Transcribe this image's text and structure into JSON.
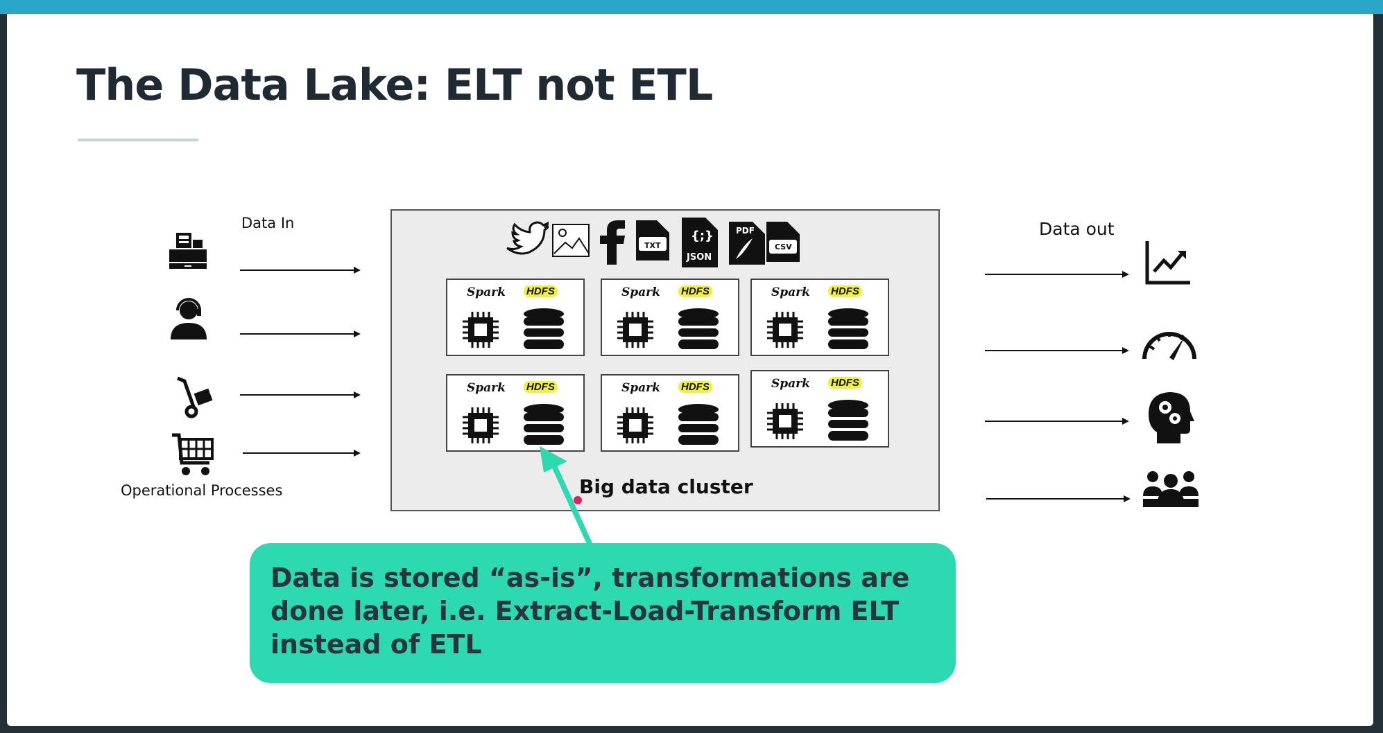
{
  "title": "The Data Lake: ELT not ETL",
  "labels": {
    "data_in": "Data In",
    "data_out": "Data out",
    "operational": "Operational Processes",
    "cluster": "Big data cluster"
  },
  "sources": [
    "cash-register-icon",
    "support-agent-icon",
    "hand-truck-icon",
    "shopping-cart-icon"
  ],
  "outputs": [
    "line-chart-icon",
    "speedometer-icon",
    "brain-gears-icon",
    "team-icon"
  ],
  "formats": {
    "txt": "TXT",
    "json": "JSON",
    "pdf": "PDF",
    "csv": "CSV"
  },
  "node": {
    "spark": "Spark",
    "hdfs": "HDFS"
  },
  "callout": "Data is stored “as-is”,  transformations are done later, i.e. Extract-Load-Transform ELT instead of ETL",
  "colors": {
    "accent_bar": "#2aa6c9",
    "callout_bg": "#2dd9b0",
    "hdfs_yellow": "#f1f13c"
  }
}
